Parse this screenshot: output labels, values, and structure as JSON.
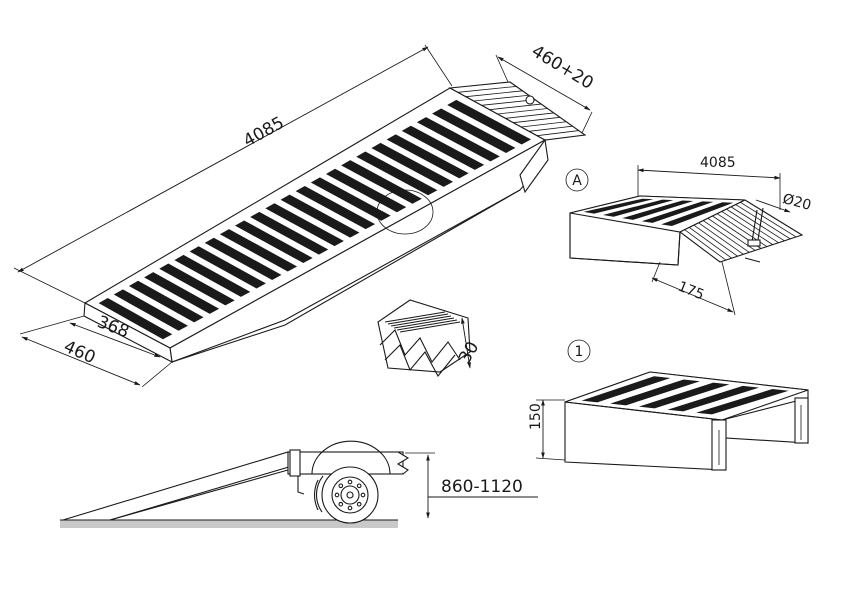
{
  "dimensions": {
    "length_main": "4085",
    "width_top": "460+20",
    "inner_width": "368",
    "outer_width": "460",
    "detail_a_length": "4085",
    "detail_a_diameter": "Ø20",
    "detail_a_offset": "175",
    "profile_height": "30",
    "section_height": "150",
    "trailer_height": "860-1120"
  },
  "markers": {
    "detail_a": "A",
    "section_1": "1"
  }
}
